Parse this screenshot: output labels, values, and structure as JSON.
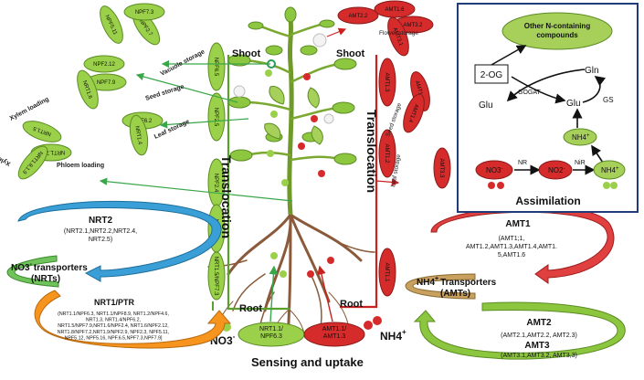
{
  "plant": {
    "shoot_left": "Shoot",
    "shoot_right": "Shoot",
    "root_left": "Root",
    "root_right": "Root",
    "translocation_left": "Translocation",
    "translocation_right": "Translocation",
    "sensing_uptake": "Sensing  and uptake",
    "no3_label": "NO3",
    "no3_charge": "-",
    "nh4_label": "NH4",
    "nh4_charge": "+"
  },
  "stem_left_nodes": [
    "NPF6.5",
    "NPF2.5",
    "NPF2.4",
    "NPF2.3",
    "NRT1.5/NPF7.3"
  ],
  "stem_right_nodes": [
    "AMT1.3",
    "AMT1.2",
    "AMT1.1"
  ],
  "uptake_leaves": {
    "left": "NRT1.1/NPF6.3",
    "right": "AMT1.1/AMT1.3"
  },
  "left_leaves": {
    "vacuole": [
      "NPF5.11",
      "NPF2.7",
      "NPF7.3"
    ],
    "seed": [
      "NPF2.12",
      "NPF7.9",
      "NRT1.6"
    ],
    "leaf": [
      "NPF6.2",
      "NRT1.4"
    ],
    "xylem": [
      "NRT1.5",
      "NRT1.7.1.9",
      "NRT1.8,1.9"
    ]
  },
  "left_labels": {
    "vacuole": "Vacuole storage",
    "seed": "Seed storage",
    "leaf": "Leaf storage",
    "xylem_loading": "Xylem loading",
    "xylem_unloading": "Xylem unloading",
    "phloem": "Phloem loading"
  },
  "right_leaves": {
    "flower": [
      "AMT2.2",
      "AMT1.6",
      "AMT3.2",
      "AMT3.1"
    ],
    "seed": [
      "AMT1.1a",
      "AMT1.4"
    ],
    "leaf": [
      "AMT3.3"
    ]
  },
  "right_labels": {
    "flower": "Flower storage",
    "seed": "Seed storage",
    "leaf": "Leaf storage"
  },
  "nrt2": {
    "title": "NRT2",
    "members": "(NRT2.1,NRT2.2,NRT2.4,\nNRT2.5)"
  },
  "nrts": {
    "title_main": "NO3",
    "title_charge": "-",
    "title_rest": "transporters",
    "subtitle": "(NRTs)"
  },
  "nrt1": {
    "title": "NRT1/PTR",
    "members": "(NRT1.1/NPF6.3, NRT1.1/NPF8.9, NRT1.2/NPF4.6,\nNRT1.3, NRT1.4/NPF6.2,\nNRT1.5/NPF7.9,NRT1.6/NPF2.4, NRT1.6/NPF2.12,\nNRT1.8/NPF7.2,NRT1.9/NPF2.9, NPF2.3, NPF5.11,\nNPF5.12, NPF5.16, NPF.6.5,NPF7.3,NPF7.9]"
  },
  "amt1": {
    "title": "AMT1",
    "members": "(AMT1;1,\nAMT1.2,AMT1.3,AMT1.4,AMT1.\n5,AMT1.6"
  },
  "amts": {
    "title_main": "NH4",
    "title_charge": "+",
    "title_rest": "Transporters",
    "subtitle": "(AMTs)"
  },
  "amt2": {
    "title": "AMT2",
    "members": "(AMT2.1,AMT2.2, AMT2.3)"
  },
  "amt3": {
    "title": "AMT3",
    "members": "(AMT3.1,AMT3.2, AMT3,3)"
  },
  "assimilation": {
    "title": "Assimilation",
    "other_compounds": "Other N-containing\ncompounds",
    "two_og": "2-OG",
    "gln": "Gln",
    "glu_left": "Glu",
    "glu_right": "Glu",
    "gogat": "GOGAT",
    "gs": "GS",
    "nh4": "NH4",
    "nh4_charge": "+",
    "nh4_lower": "NH4",
    "nh4_lower_charge": "+",
    "no3": "NO3",
    "no3_charge": "-",
    "no2": "NO2",
    "no2_charge": "-",
    "nr": "NR",
    "nir": "NiR"
  }
}
